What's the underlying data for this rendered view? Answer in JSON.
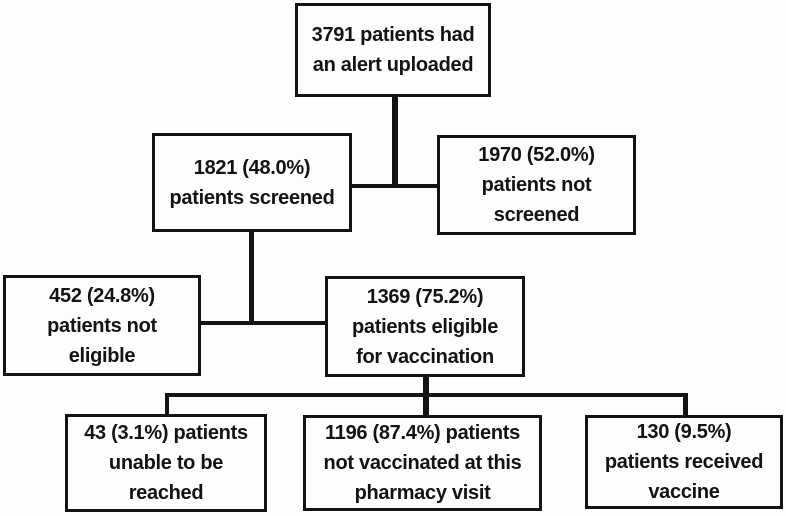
{
  "diagram": {
    "type": "flowchart",
    "background_color": "#fefefe",
    "line_color": "#131313",
    "text_color": "#131313",
    "nodes": [
      {
        "id": "alert-uploaded",
        "count": 3791,
        "percent": null,
        "lines": [
          "3791 patients had",
          "an alert uploaded"
        ]
      },
      {
        "id": "screened",
        "count": 1821,
        "percent": "48.0",
        "lines": [
          "1821 (48.0%)",
          "patients screened"
        ]
      },
      {
        "id": "not-screened",
        "count": 1970,
        "percent": "52.0",
        "lines": [
          "1970 (52.0%)",
          "patients not",
          "screened"
        ]
      },
      {
        "id": "not-eligible",
        "count": 452,
        "percent": "24.8",
        "lines": [
          "452 (24.8%)",
          "patients not",
          "eligible"
        ]
      },
      {
        "id": "eligible",
        "count": 1369,
        "percent": "75.2",
        "lines": [
          "1369 (75.2%)",
          "patients eligible",
          "for vaccination"
        ]
      },
      {
        "id": "unable-to-reach",
        "count": 43,
        "percent": "3.1",
        "lines": [
          "43 (3.1%) patients",
          "unable to be",
          "reached"
        ]
      },
      {
        "id": "not-vaccinated",
        "count": 1196,
        "percent": "87.4",
        "lines": [
          "1196 (87.4%) patients",
          "not vaccinated at this",
          "pharmacy visit"
        ]
      },
      {
        "id": "received-vaccine",
        "count": 130,
        "percent": "9.5",
        "lines": [
          "130 (9.5%)",
          "patients received",
          "vaccine"
        ]
      }
    ],
    "edges": [
      {
        "from": "alert-uploaded",
        "to": [
          "screened",
          "not-screened"
        ]
      },
      {
        "from": "screened",
        "to": [
          "not-eligible",
          "eligible"
        ]
      },
      {
        "from": "eligible",
        "to": [
          "unable-to-reach",
          "not-vaccinated",
          "received-vaccine"
        ]
      }
    ]
  }
}
